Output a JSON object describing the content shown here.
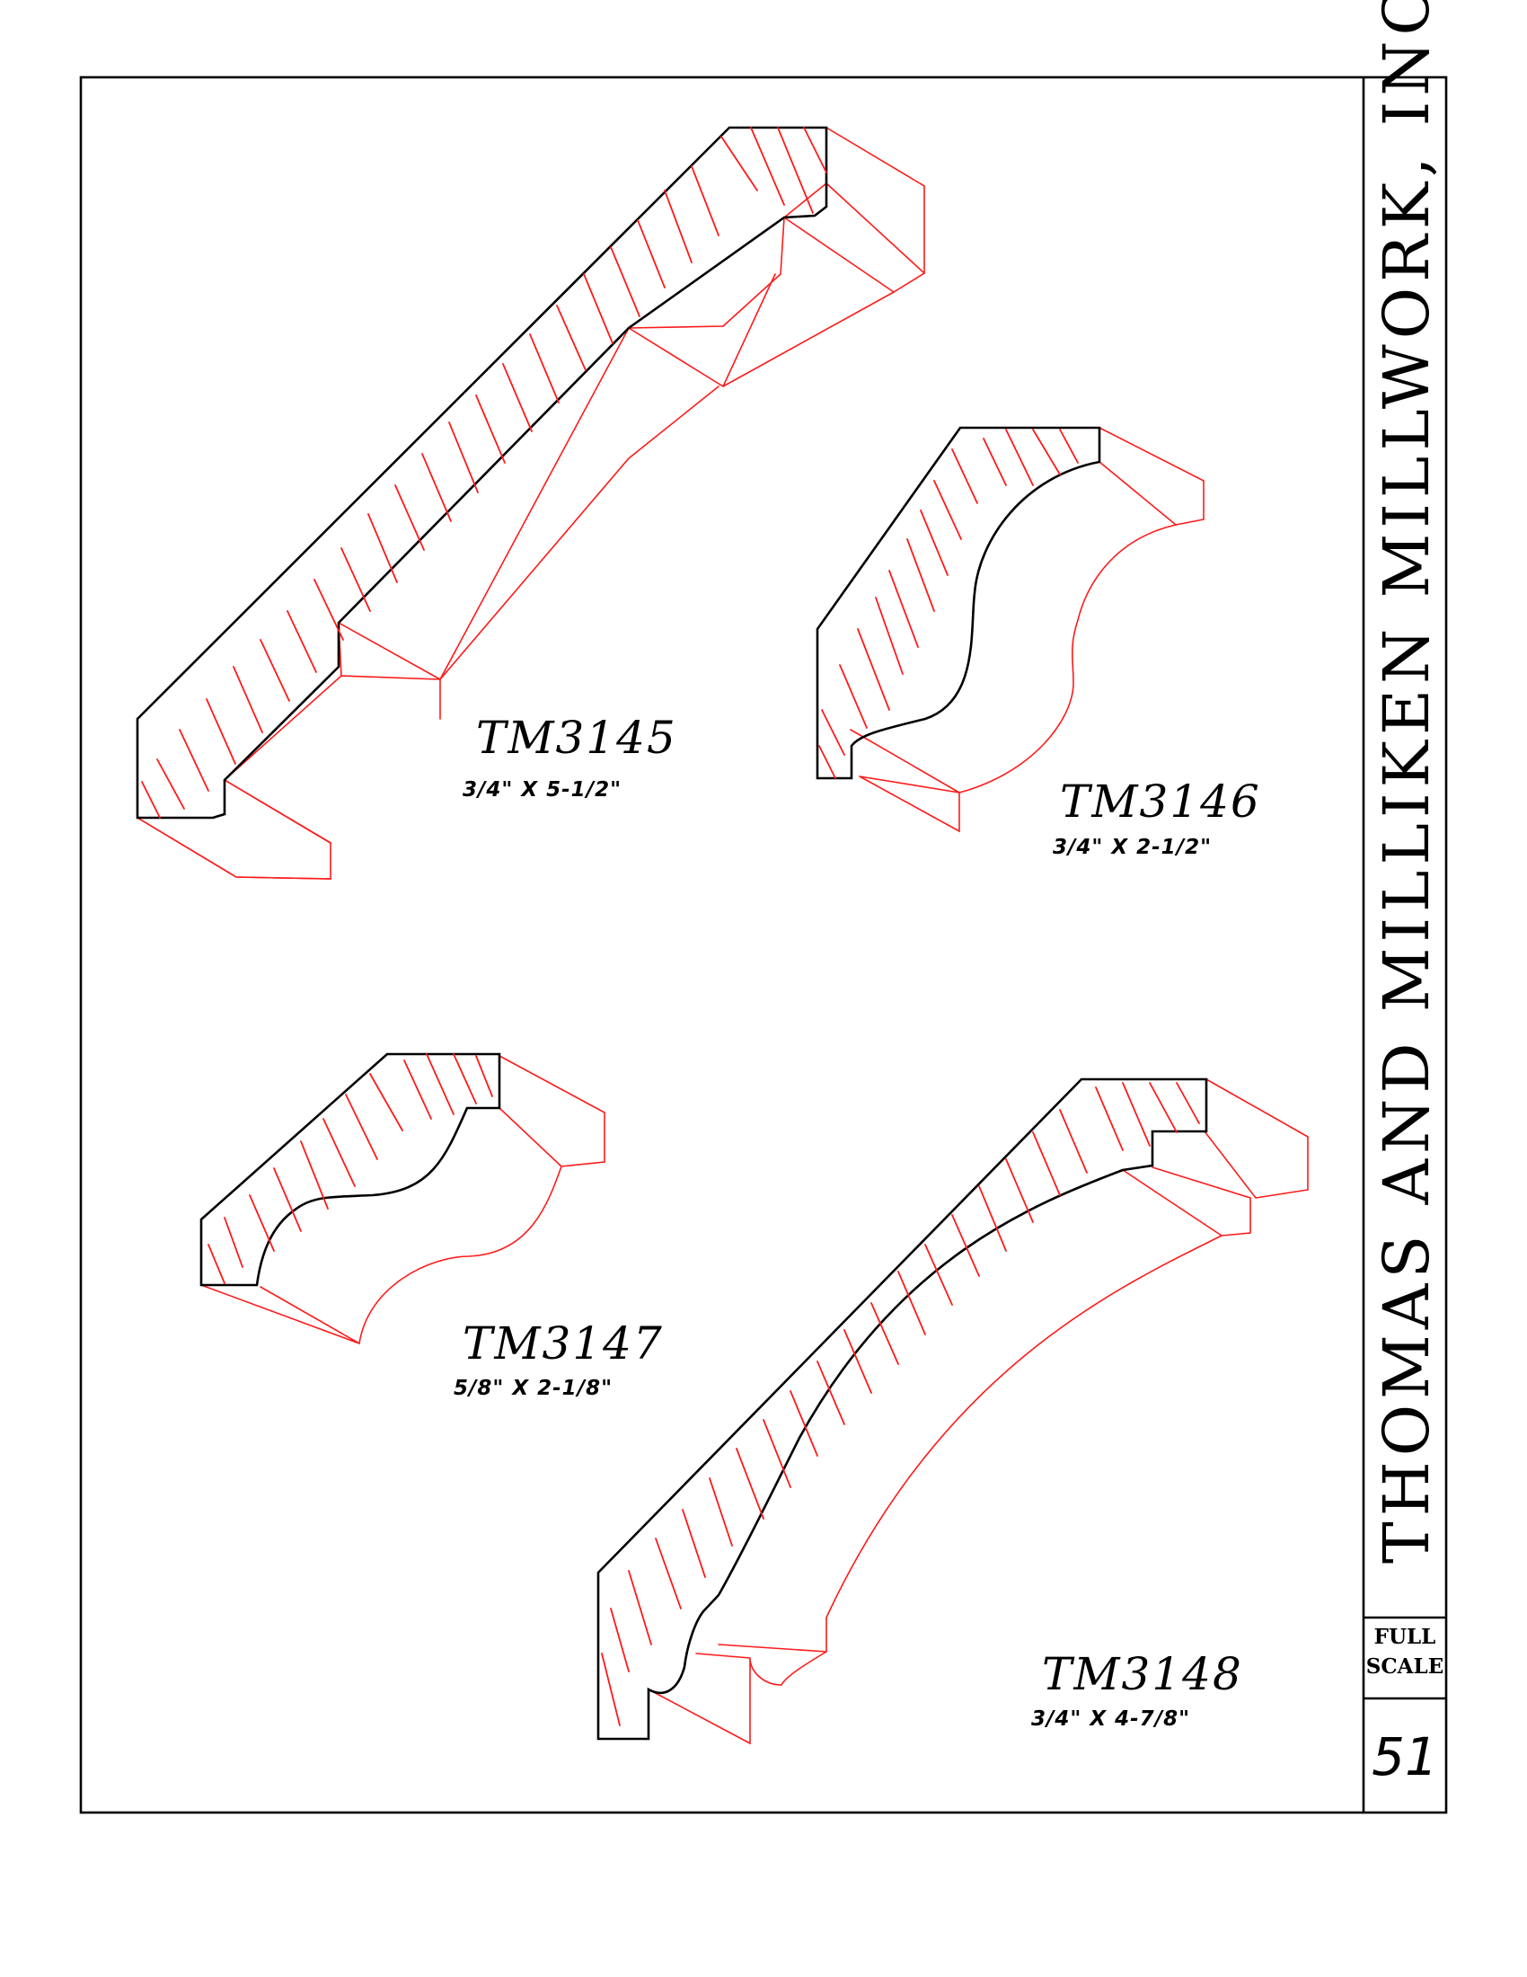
{
  "company_name": "THOMAS AND MILLIKEN MILLWORK, INC.",
  "scale_label": [
    "FULL",
    "SCALE"
  ],
  "page_number": "51",
  "moldings": [
    {
      "part_number": "TM3145",
      "dimensions": "3/4\"  X  5-1/2\""
    },
    {
      "part_number": "TM3146",
      "dimensions": "3/4\"  X  2-1/2\""
    },
    {
      "part_number": "TM3147",
      "dimensions": "5/8\"  X  2-1/8\""
    },
    {
      "part_number": "TM3148",
      "dimensions": "3/4\"  X  4-7/8\""
    }
  ]
}
